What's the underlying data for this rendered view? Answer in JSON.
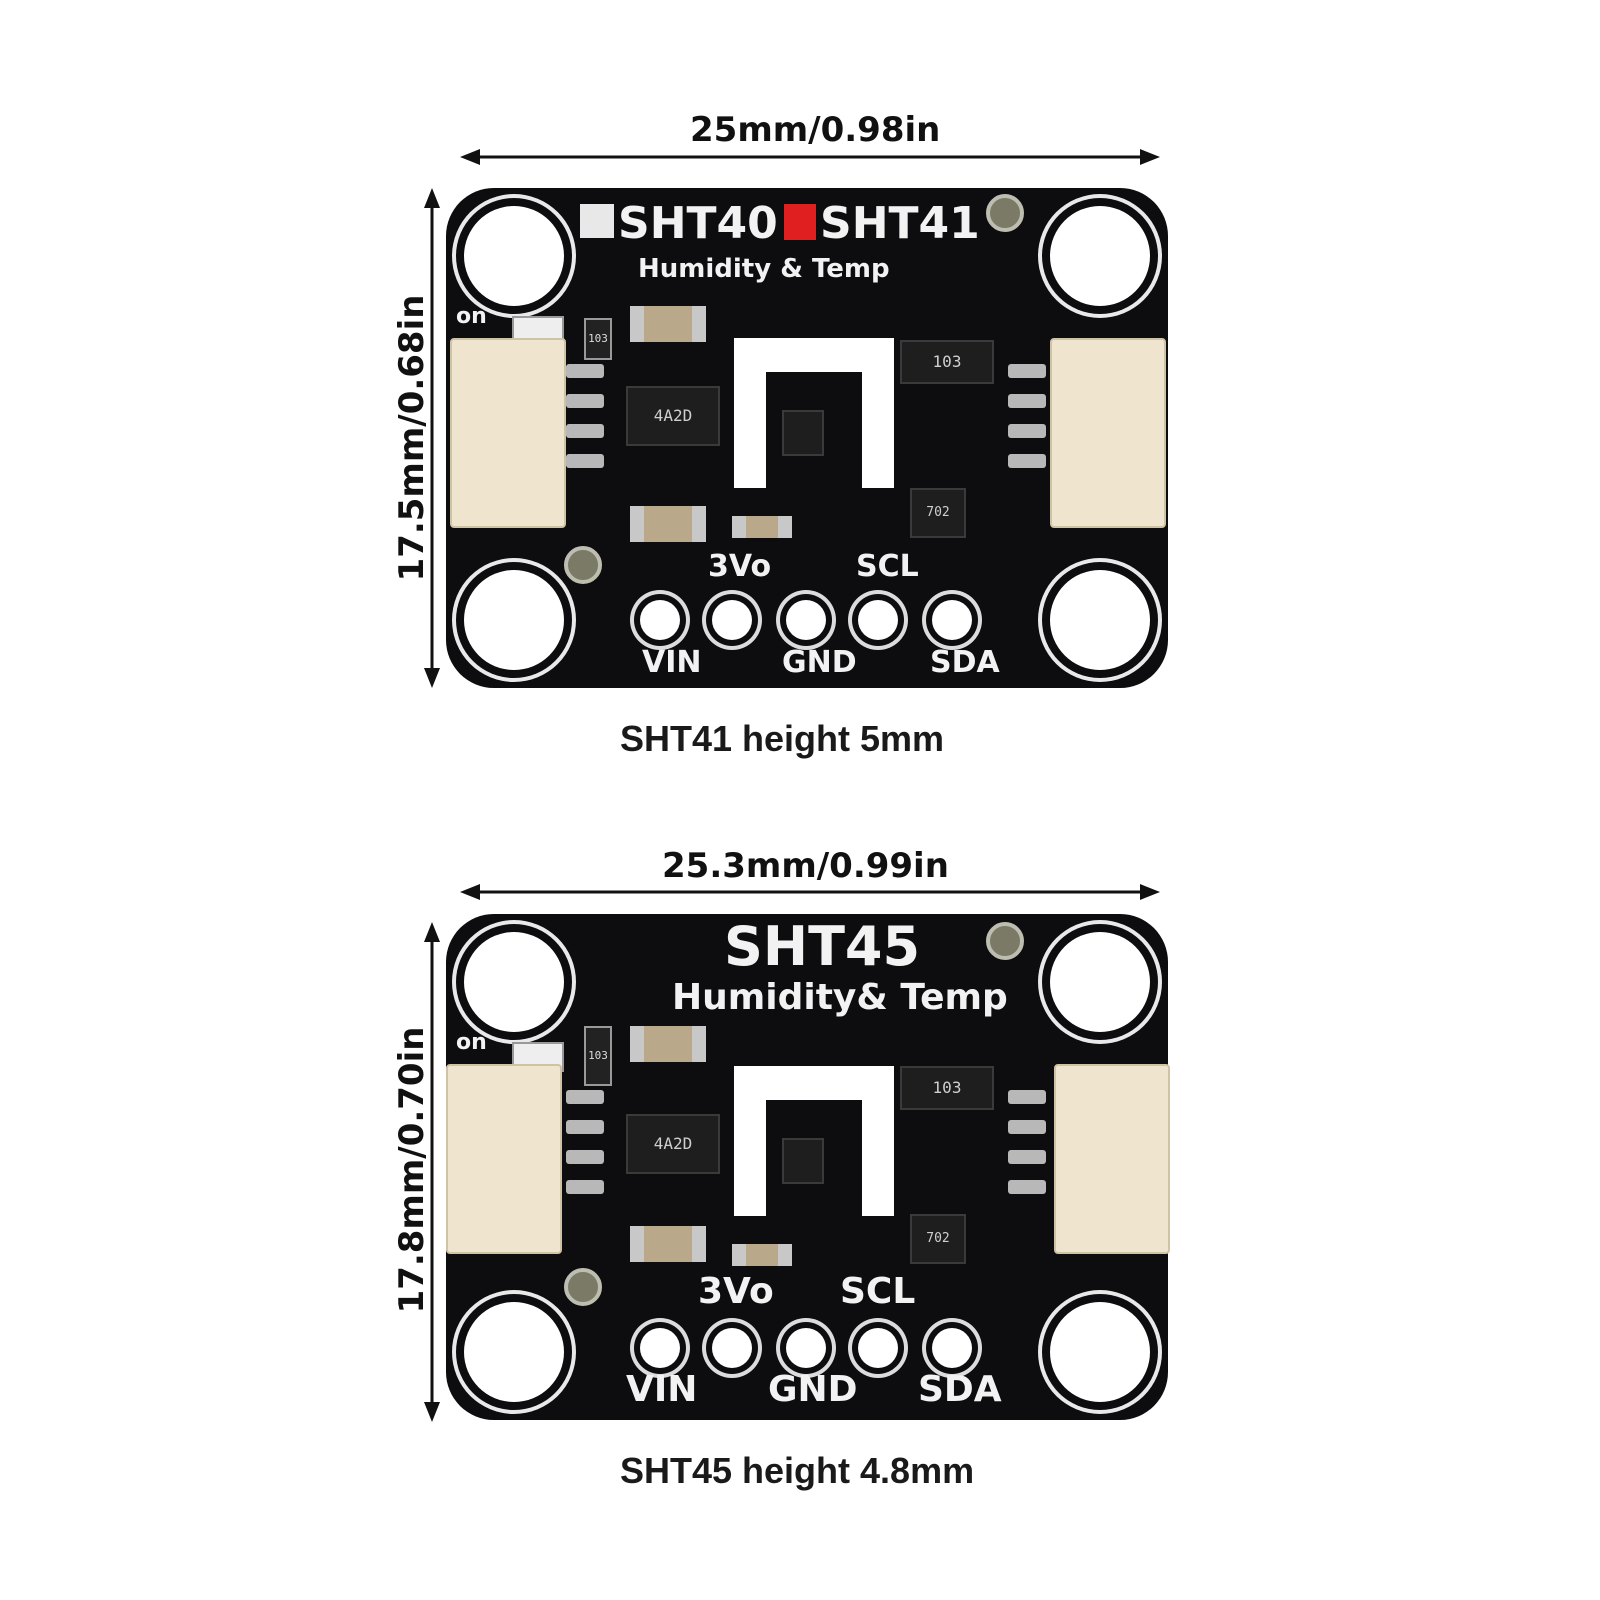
{
  "top": {
    "width_label": "25mm/0.98in",
    "height_label": "17.5mm/0.68in",
    "caption": "SHT41 height 5mm",
    "board": {
      "title_left": "SHT40",
      "title_right": "SHT41",
      "subtitle": "Humidity & Temp",
      "on_label": "on",
      "pins_top": [
        "3Vo",
        "SCL"
      ],
      "pins_bottom": [
        "VIN",
        "GND",
        "SDA"
      ],
      "chip_left": "4A2D",
      "chip_right": "103",
      "chip_small": "702",
      "res_label": "103"
    }
  },
  "bottom": {
    "width_label": "25.3mm/0.99in",
    "height_label": "17.8mm/0.70in",
    "caption": "SHT45 height 4.8mm",
    "board": {
      "title": "SHT45",
      "subtitle": "Humidity& Temp",
      "on_label": "on",
      "pins_top": [
        "3Vo",
        "SCL"
      ],
      "pins_bottom": [
        "VIN",
        "GND",
        "SDA"
      ],
      "chip_left": "4A2D",
      "chip_right": "103",
      "chip_small": "702",
      "res_label": "103"
    }
  },
  "colors": {
    "pcb": "#0d0d0f",
    "silkscreen": "#f2f2f2",
    "connector": "#efe5cf",
    "highlight": "#e02020"
  }
}
